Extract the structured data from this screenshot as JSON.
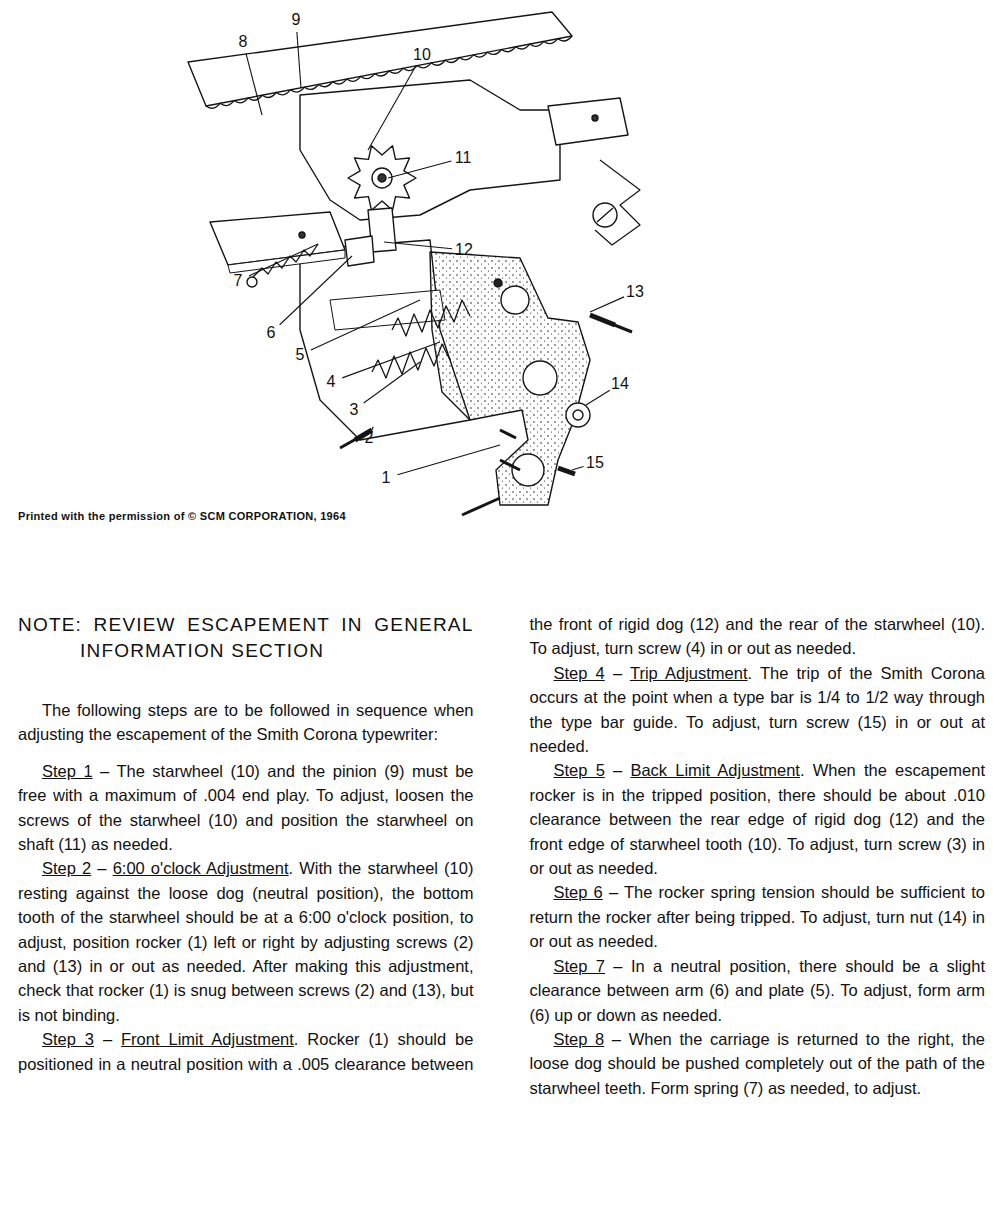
{
  "diagram": {
    "title": "NOTE: REVIEW ESCAPEMENT IN GENERAL INFORMATION SECTION",
    "caption": "Printed with the permission of © SCM CORPORATION, 1964",
    "labels": [
      "8",
      "9",
      "10",
      "11",
      "12",
      "7",
      "13",
      "6",
      "5",
      "4",
      "3",
      "14",
      "2",
      "1",
      "15",
      "The following steps are to be followed in sequence when adjusting the escapement of the Smith Corona typewriter:",
      "Step 1",
      " – The starwheel (10) and the pinion (9) must be free with a maximum of .004 end play. To adjust, loosen the screws of the starwheel (10) and position the starwheel on shaft (11) as needed.",
      "Step 2",
      " – ",
      "6:00 o'clock Adjustment",
      ". With the starwheel (10) resting against the loose dog (neutral position), the bottom tooth of the starwheel should be at a 6:00 o'clock position, to adjust, position rocker (1) left or right by adjusting screws (2) and (13) in or out as needed. After making this adjustment, check that rocker (1) is snug between screws (2) and (13), but is not binding.",
      "Step 3",
      " – ",
      "Front Limit Adjustment",
      ". Rocker (1) should be positioned in a neutral position with a .005 clearance between the front of rigid dog (12) and the rear of the starwheel (10). To adjust, turn screw (4) in or out as needed.",
      "Step 4",
      " – ",
      "Trip Adjustment",
      ". The trip of the Smith Corona occurs at the point when a type bar is 1/4 to 1/2 way through the type bar guide. To adjust, turn screw (15) in or out at needed.",
      "Step 5",
      " – ",
      "Back Limit Adjustment",
      ". When the escapement rocker is in the tripped position, there should be about .010 clearance between the rear edge of rigid dog (12) and the front edge of starwheel tooth (10). To adjust, turn screw (3) in or out as needed.",
      "Step 6",
      " – The rocker spring tension should be sufficient to return the rocker after being tripped. To adjust, turn nut (14) in or out as needed.",
      "Step 7",
      " – In a neutral position, there should be a slight clearance between arm (6) and plate (5). To adjust, form arm (6) up or down as needed.",
      "Step 8",
      " – When the carriage is returned to the right, the loose dog should be pushed completely out of the path of the starwheel teeth. Form spring (7) as needed, to adjust."
    ]
  }
}
